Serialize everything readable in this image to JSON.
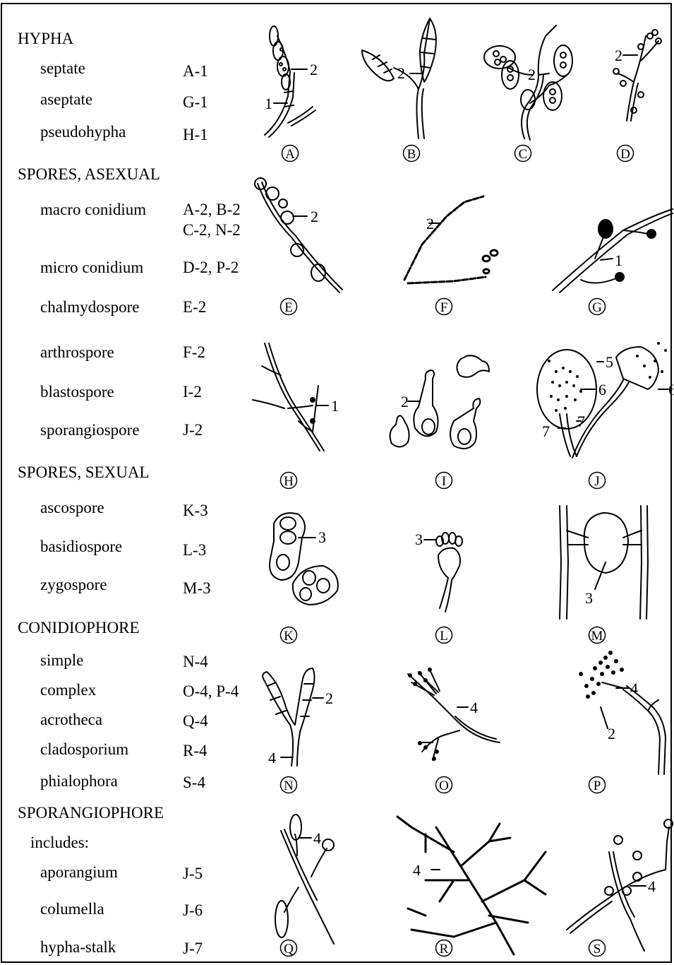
{
  "sections": [
    {
      "title": "HYPHA",
      "items": [
        {
          "name": "septate",
          "code": "A-1"
        },
        {
          "name": "aseptate",
          "code": "G-1"
        },
        {
          "name": "pseudohypha",
          "code": "H-1"
        }
      ]
    },
    {
      "title": "SPORES, ASEXUAL",
      "items": [
        {
          "name": "macro conidium",
          "code": "A-2, B-2",
          "code2": "C-2, N-2"
        },
        {
          "name": "micro conidium",
          "code": "D-2, P-2"
        },
        {
          "name": "chalmydospore",
          "code": "E-2"
        },
        {
          "name": "arthrospore",
          "code": "F-2"
        },
        {
          "name": "blastospore",
          "code": "I-2"
        },
        {
          "name": "sporangiospore",
          "code": "J-2"
        }
      ]
    },
    {
      "title": "SPORES, SEXUAL",
      "items": [
        {
          "name": "ascospore",
          "code": "K-3"
        },
        {
          "name": "basidiospore",
          "code": "L-3"
        },
        {
          "name": "zygospore",
          "code": "M-3"
        }
      ]
    },
    {
      "title": "CONIDIOPHORE",
      "items": [
        {
          "name": "simple",
          "code": "N-4"
        },
        {
          "name": "complex",
          "code": "O-4, P-4"
        },
        {
          "name": "acrotheca",
          "code": "Q-4"
        },
        {
          "name": "cladosporium",
          "code": "R-4"
        },
        {
          "name": "phialophora",
          "code": "S-4"
        }
      ]
    },
    {
      "title": "SPORANGIOPHORE",
      "note": "includes:",
      "items": [
        {
          "name": "aporangium",
          "code": "J-5"
        },
        {
          "name": "columella",
          "code": "J-6"
        },
        {
          "name": "hypha-stalk",
          "code": "J-7"
        }
      ]
    }
  ],
  "panel_letters": [
    "A",
    "B",
    "C",
    "D",
    "E",
    "F",
    "G",
    "H",
    "I",
    "J",
    "K",
    "L",
    "M",
    "N",
    "O",
    "P",
    "Q",
    "R",
    "S"
  ],
  "callouts": [
    "1",
    "2",
    "3",
    "4",
    "5",
    "6",
    "7"
  ]
}
